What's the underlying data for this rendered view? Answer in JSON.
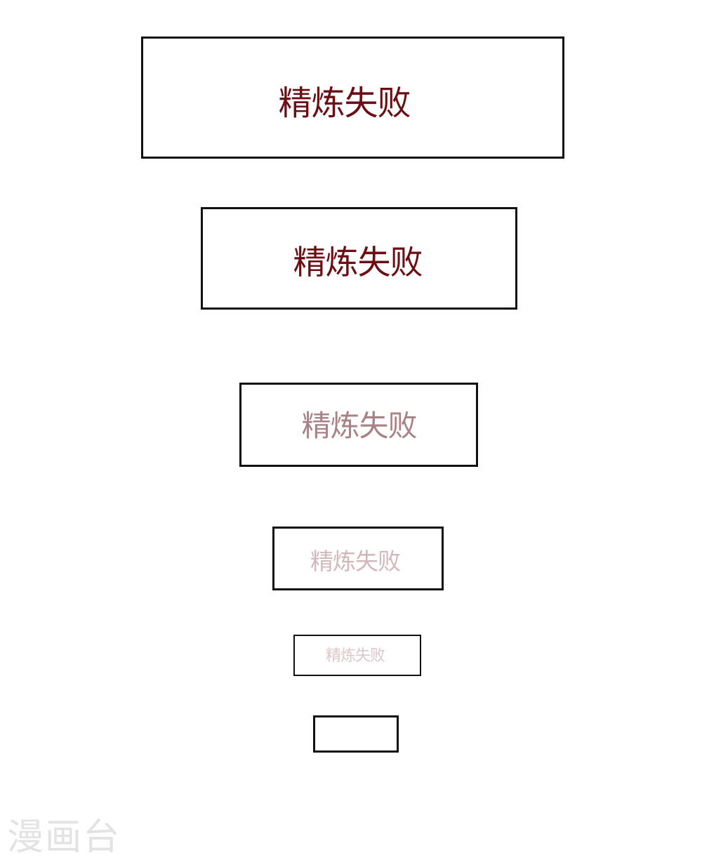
{
  "panels": [
    {
      "label": "精炼失败",
      "text_color": "#6b0f14"
    },
    {
      "label": "精炼失败",
      "text_color": "#6b0f14"
    },
    {
      "label": "精炼失败",
      "text_color": "#a88286"
    },
    {
      "label": "精炼失败",
      "text_color": "#d2b8bd"
    },
    {
      "label": "精炼失败",
      "text_color": "#dcc7cb"
    },
    {
      "label": ""
    }
  ],
  "watermark": {
    "text": "漫画台"
  }
}
